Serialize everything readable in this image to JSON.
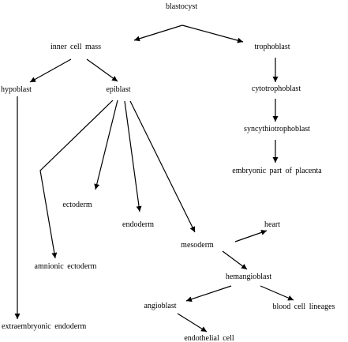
{
  "nodes": {
    "blastocyst": "blastocyst",
    "inner_cell_mass": "inner cell mass",
    "trophoblast": "trophoblast",
    "hypoblast": "hypoblast",
    "epiblast": "epiblast",
    "cytotrophoblast": "cytotrophoblast",
    "syncythiotrophoblast": "syncythiotrophoblast",
    "embryonic_part_of_placenta": "embryonic part of placenta",
    "ectoderm": "ectoderm",
    "endoderm": "endoderm",
    "heart": "heart",
    "mesoderm": "mesoderm",
    "amnionic_ectoderm": "amnionic ectoderm",
    "hemangioblast": "hemangioblast",
    "angioblast": "angioblast",
    "blood_cell_lineages": "blood cell lineages",
    "extraembryonic_endoderm": "extraembryonic endoderm",
    "endothelial_cell": "endothelial cell"
  },
  "edges": [
    [
      "blastocyst",
      "inner_cell_mass"
    ],
    [
      "blastocyst",
      "trophoblast"
    ],
    [
      "inner_cell_mass",
      "hypoblast"
    ],
    [
      "inner_cell_mass",
      "epiblast"
    ],
    [
      "hypoblast",
      "extraembryonic_endoderm"
    ],
    [
      "epiblast",
      "amnionic_ectoderm"
    ],
    [
      "epiblast",
      "ectoderm"
    ],
    [
      "epiblast",
      "endoderm"
    ],
    [
      "epiblast",
      "mesoderm"
    ],
    [
      "trophoblast",
      "cytotrophoblast"
    ],
    [
      "cytotrophoblast",
      "syncythiotrophoblast"
    ],
    [
      "syncythiotrophoblast",
      "embryonic_part_of_placenta"
    ],
    [
      "mesoderm",
      "heart"
    ],
    [
      "mesoderm",
      "hemangioblast"
    ],
    [
      "hemangioblast",
      "angioblast"
    ],
    [
      "hemangioblast",
      "blood_cell_lineages"
    ],
    [
      "angioblast",
      "endothelial_cell"
    ]
  ]
}
